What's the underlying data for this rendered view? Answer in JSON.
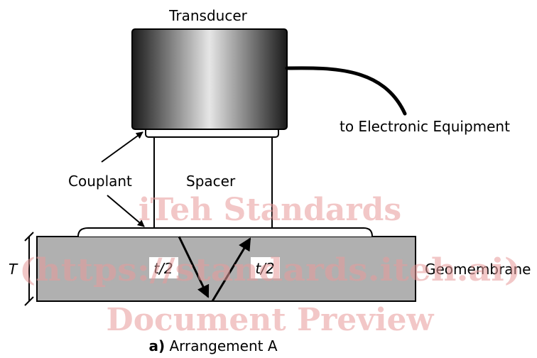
{
  "labels": {
    "transducer": "Transducer",
    "to_equipment": "to Electronic Equipment",
    "couplant": "Couplant",
    "spacer": "Spacer",
    "thickness": "T",
    "half_time_left": "t/2",
    "half_time_right": "t/2",
    "geomembrane": "Geomembrane"
  },
  "caption": {
    "prefix": "a)",
    "text": " Arrangement A"
  },
  "watermark": {
    "line1": "iTeh Standards",
    "line2": "(https://standards.iteh.ai)",
    "line3": "Document Preview"
  },
  "colors": {
    "geomembrane_fill": "#b0b0b0",
    "outline": "#000000",
    "watermark": "#e89b9b"
  }
}
